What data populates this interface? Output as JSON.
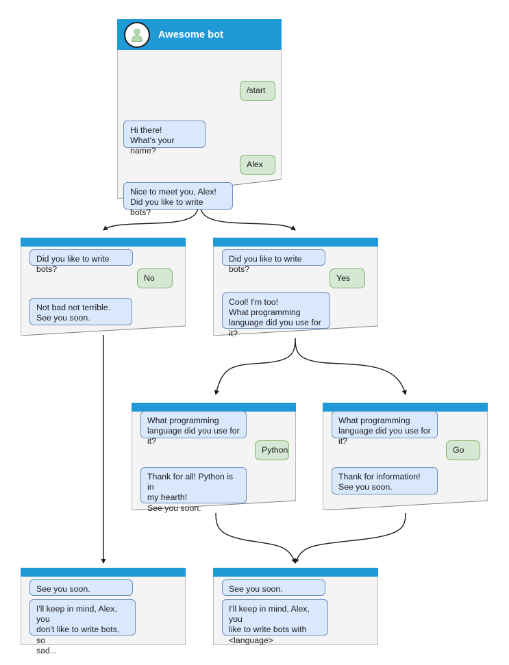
{
  "diagram": {
    "title": "Awesome bot conversation flow",
    "colors": {
      "header_blue": "#1f9ad7",
      "node_body": "#f4f4f4",
      "node_border": "#808080",
      "bot_bubble_fill": "#dae8fc",
      "bot_bubble_border": "#6c8ebf",
      "user_bubble_fill": "#d5e8d4",
      "user_bubble_border": "#82b366",
      "edge": "#1a1a1a",
      "avatar_fill": "#ffffff",
      "avatar_border": "#1a1a1a",
      "avatar_person": "#b0d6ae"
    }
  },
  "nodes": [
    {
      "id": "start",
      "bot_name": "Awesome bot",
      "has_header": true,
      "messages": [
        {
          "author": "user",
          "text": "/start"
        },
        {
          "author": "bot",
          "text": "Hi there!\nWhat's your name?"
        },
        {
          "author": "user",
          "text": "Alex"
        },
        {
          "author": "bot",
          "text": "Nice to meet you, Alex!\nDid you like to write bots?"
        }
      ]
    },
    {
      "id": "answer-no",
      "has_header": false,
      "messages": [
        {
          "author": "bot",
          "text": "Did you like to write bots?"
        },
        {
          "author": "user",
          "text": "No"
        },
        {
          "author": "bot",
          "text": "Not bad not terrible.\nSee you soon."
        }
      ]
    },
    {
      "id": "answer-yes",
      "has_header": false,
      "messages": [
        {
          "author": "bot",
          "text": "Did you like to write bots?"
        },
        {
          "author": "user",
          "text": "Yes"
        },
        {
          "author": "bot",
          "text": "Cool! I'm too!\nWhat programming\nlanguage did you use for it?"
        }
      ]
    },
    {
      "id": "lang-python",
      "has_header": false,
      "messages": [
        {
          "author": "bot",
          "text": "What programming\nlanguage did you use for it?"
        },
        {
          "author": "user",
          "text": "Python"
        },
        {
          "author": "bot",
          "text": "Thank for all! Python is in\nmy hearth!\nSee you soon."
        }
      ]
    },
    {
      "id": "lang-go",
      "has_header": false,
      "messages": [
        {
          "author": "bot",
          "text": "What programming\nlanguage did you use for it?"
        },
        {
          "author": "user",
          "text": "Go"
        },
        {
          "author": "bot",
          "text": "Thank for information!\nSee you soon."
        }
      ]
    },
    {
      "id": "end-no",
      "has_header": false,
      "messages": [
        {
          "author": "bot",
          "text": "See you soon."
        },
        {
          "author": "bot",
          "text": "I'll keep in mind, Alex, you\ndon't like to write bots, so\nsad..."
        }
      ]
    },
    {
      "id": "end-yes",
      "has_header": false,
      "messages": [
        {
          "author": "bot",
          "text": "See you soon."
        },
        {
          "author": "bot",
          "text": "I'll keep in mind, Alex, you\nlike to write bots with\n<language>"
        }
      ]
    }
  ]
}
